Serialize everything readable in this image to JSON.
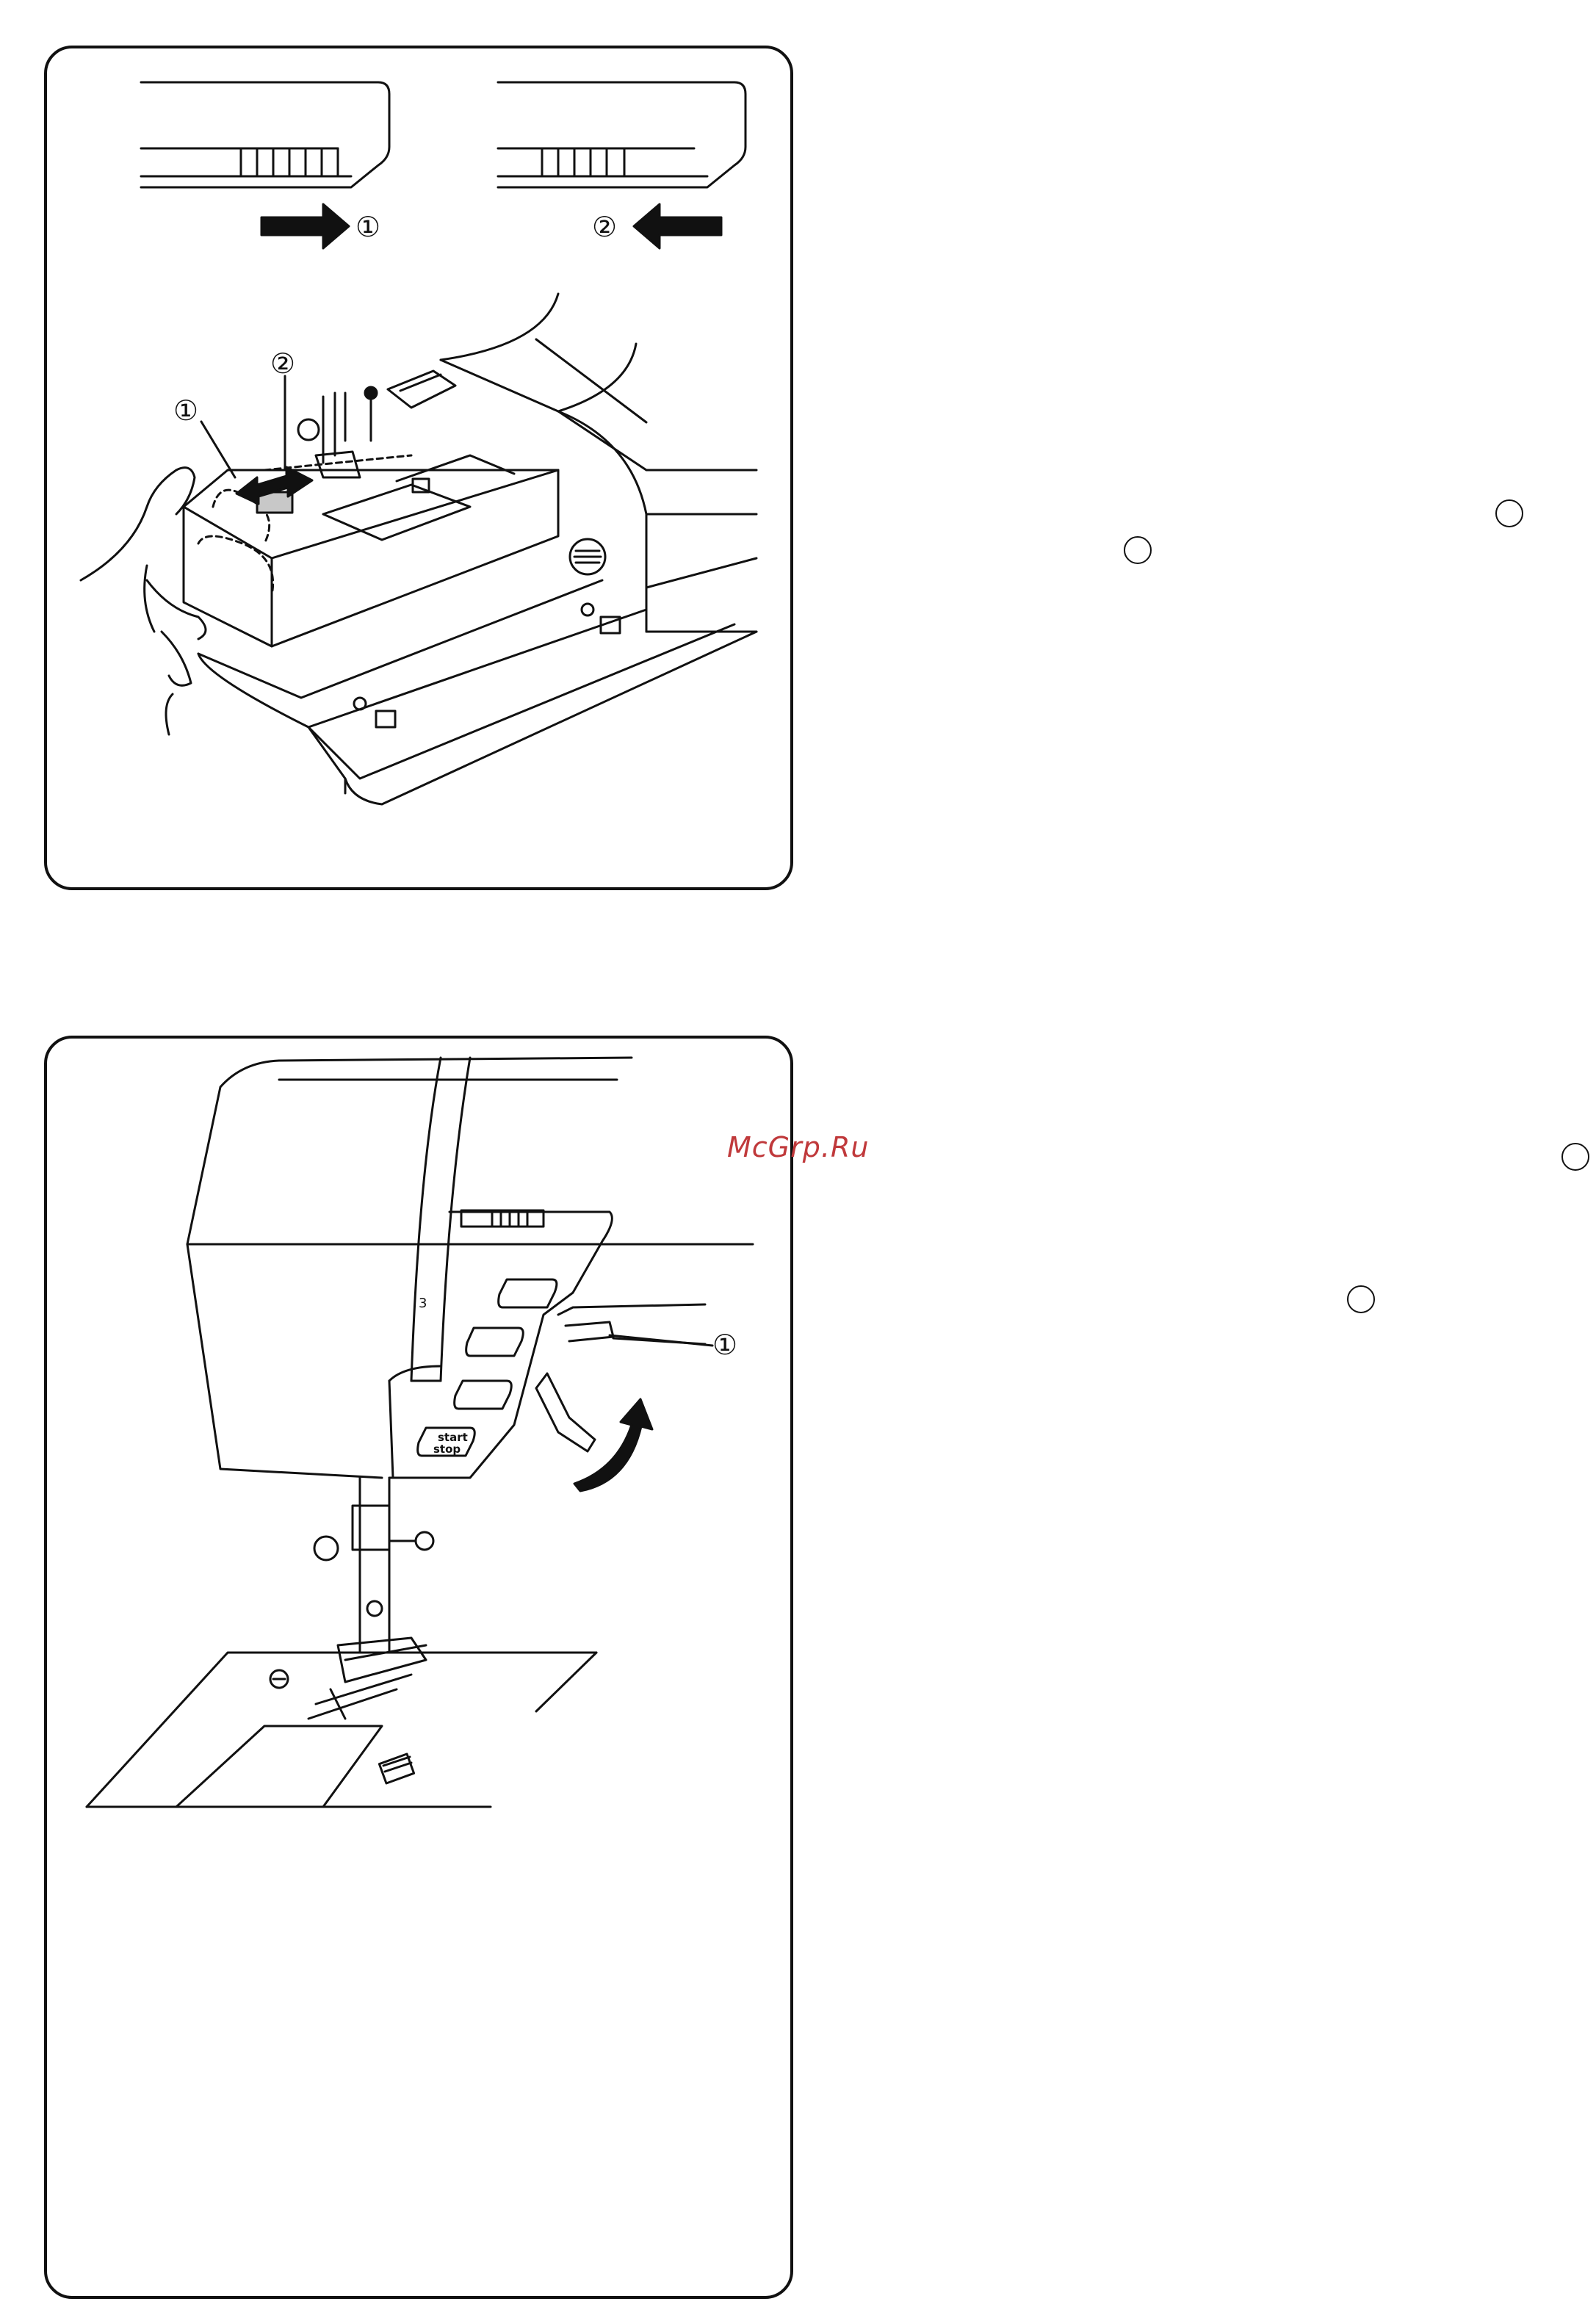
{
  "figure_top": {
    "callout_1": "①",
    "callout_2": "②"
  },
  "figure_bottom": {
    "callout_1": "①",
    "button_start_stop_line1": "start",
    "button_start_stop_line2": "stop",
    "thread_guide_number": "3"
  },
  "watermark": "McGrp.Ru",
  "colors": {
    "line": "#111111",
    "watermark": "#c0393b",
    "highlight": "#c8c8c8"
  }
}
